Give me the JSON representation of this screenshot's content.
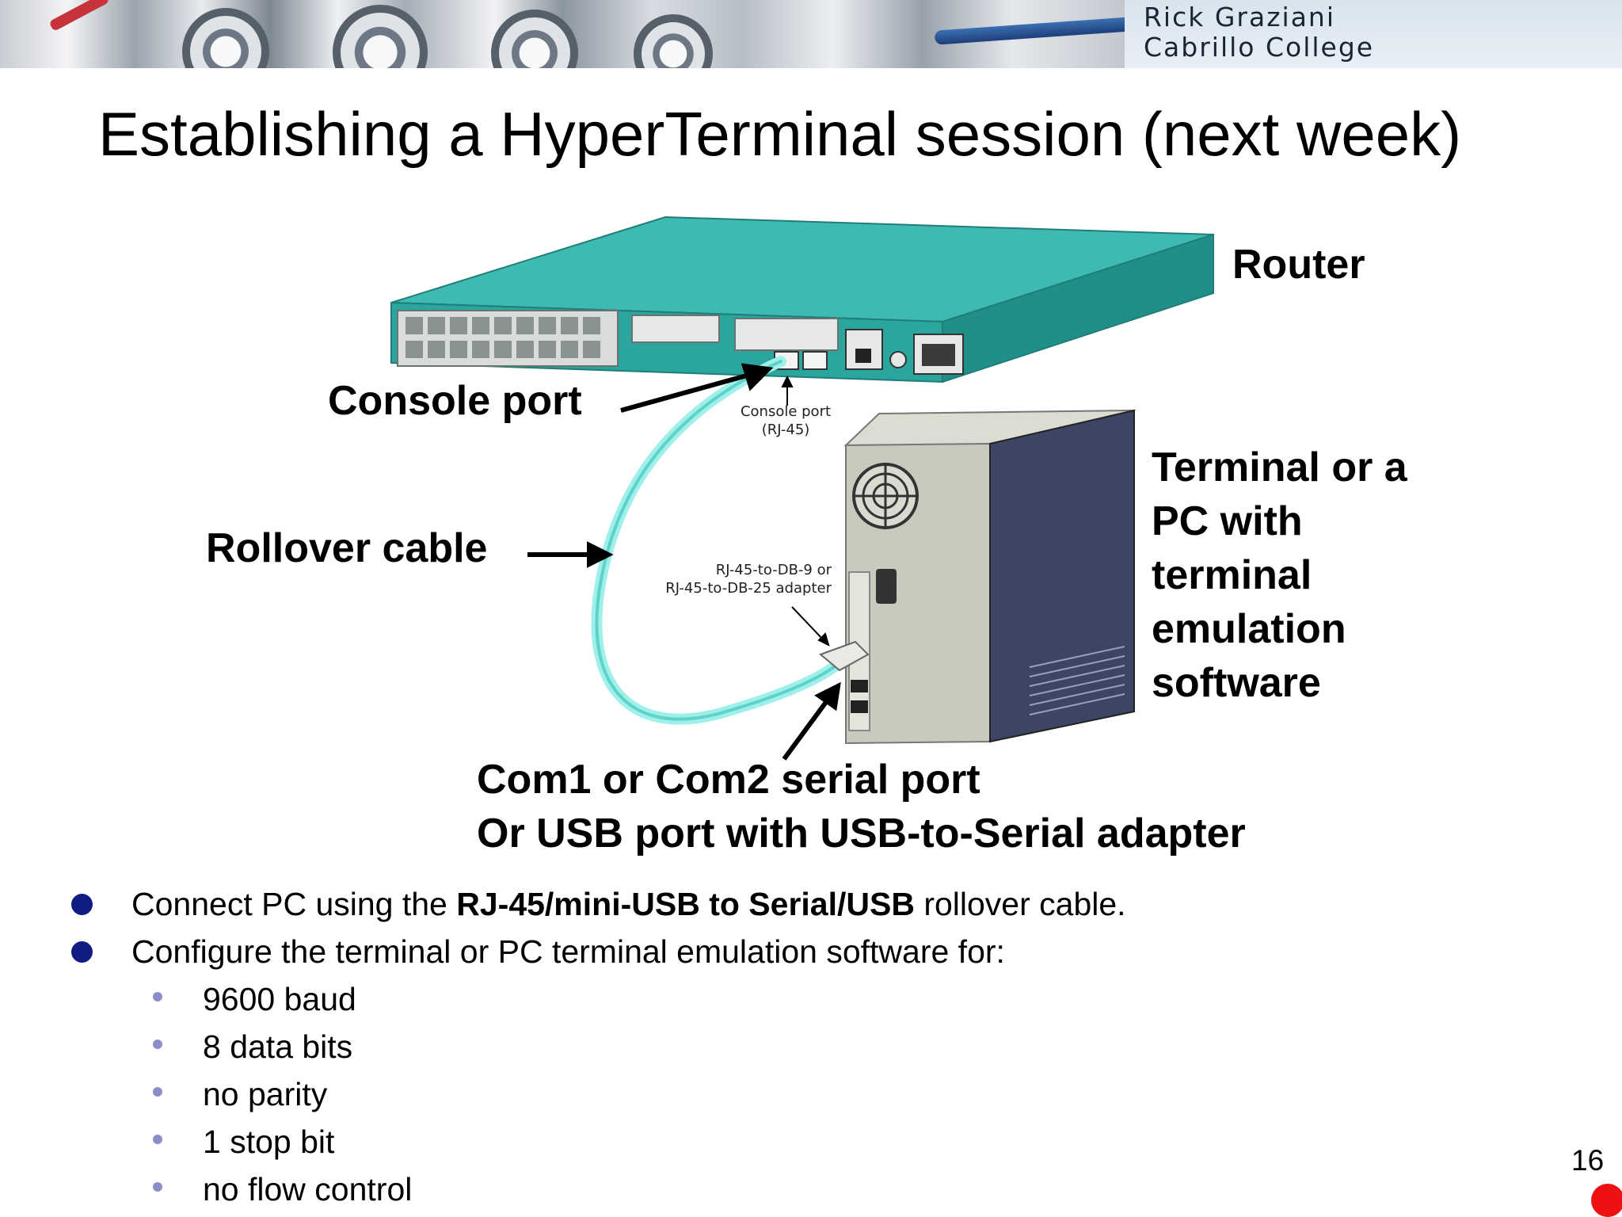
{
  "header": {
    "author": "Rick Graziani",
    "institution": "Cabrillo College"
  },
  "title": "Establishing a HyperTerminal session (next week)",
  "diagram": {
    "router_label": "Router",
    "console_port_label": "Console port",
    "rollover_label": "Rollover cable",
    "terminal_label": "Terminal or a\nPC with\nterminal\nemulation\nsoftware",
    "com_label": "Com1 or Com2 serial port",
    "usb_label": "Or USB port with USB-to-Serial adapter",
    "small_console_line1": "Console port",
    "small_console_line2": "(RJ-45)",
    "small_adapter_line1": "RJ-45-to-DB-9 or",
    "small_adapter_line2": "RJ-45-to-DB-25 adapter"
  },
  "bullets": [
    {
      "before": "Connect PC using the ",
      "bold": "RJ-45/mini-USB to Serial/USB",
      "after": " rollover cable."
    },
    {
      "before": "Configure the terminal or PC terminal emulation software for:",
      "bold": "",
      "after": ""
    }
  ],
  "sub_bullets": [
    "9600 baud",
    "8 data bits",
    "no parity",
    "1 stop bit",
    "no flow control"
  ],
  "page_number": "16",
  "colors": {
    "router_teal": "#2aa69e",
    "cable_aqua": "#7fe6de",
    "bullet_navy": "#101c82",
    "sub_bullet_lavender": "#8c8dc9",
    "corner_dot_red": "#ee1111"
  }
}
